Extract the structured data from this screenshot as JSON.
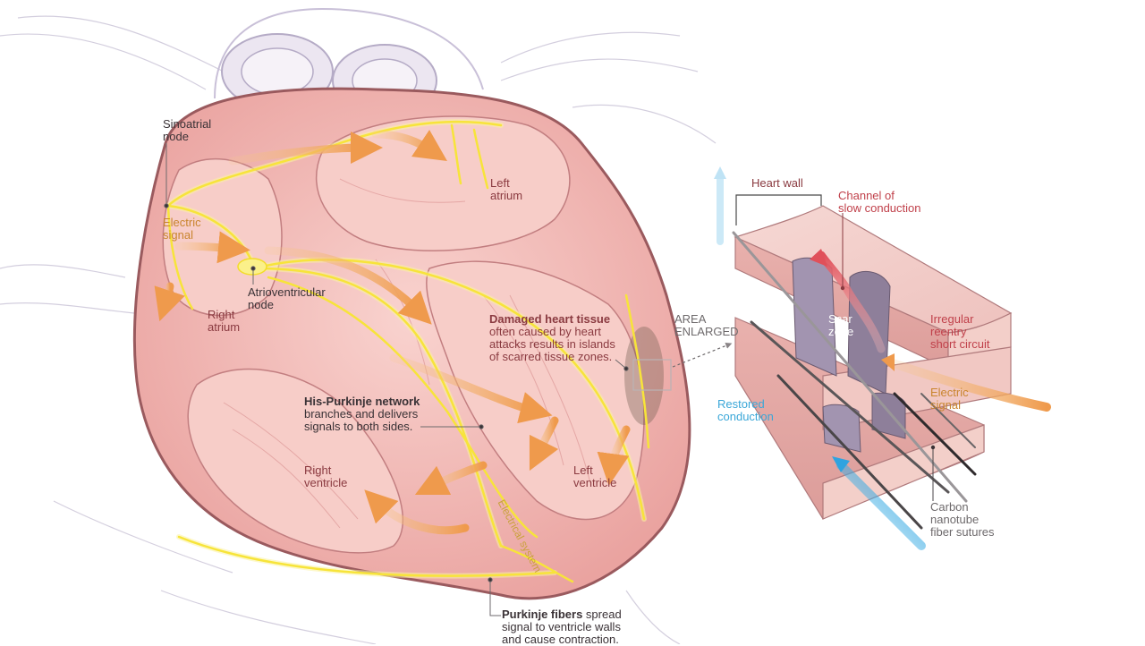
{
  "labels": {
    "sinoatrial_node": "Sinoatrial\nnode",
    "electric_signal_left": "Electric\nsignal",
    "left_atrium": "Left\natrium",
    "right_atrium": "Right\natrium",
    "av_node": "Atrioventricular\nnode",
    "damaged_title": "Damaged heart tissue",
    "damaged_body": "often caused by heart\nattacks results in islands\nof scarred tissue zones.",
    "area_enlarged": "AREA\nENLARGED",
    "his_title": "His-Purkinje network",
    "his_body": "branches and delivers\nsignals to both sides.",
    "right_ventricle": "Right\nventricle",
    "left_ventricle": "Left\nventricle",
    "electrical_system": "Electrical system",
    "purkinje_title": "Purkinje fibers",
    "purkinje_body": " spread\nsignal to ventricle walls\nand cause contraction.",
    "heart_wall": "Heart wall",
    "channel": "Channel of\nslow conduction",
    "scar_zone": "Scar\nzone",
    "irregular": "Irregular\nreentry\nshort circuit",
    "electric_signal_right": "Electric\nsignal",
    "restored": "Restored\nconduction",
    "carbon": "Carbon\nnanotube\nfiber sutures"
  },
  "colors": {
    "heart_tissue": "#f2b7b3",
    "heart_outline": "#9a5a5e",
    "conduction": "#f7e43a",
    "signal_arrow": "#f0a860",
    "restored_arrow": "#4fb8e8",
    "scar": "#8a7a92"
  }
}
